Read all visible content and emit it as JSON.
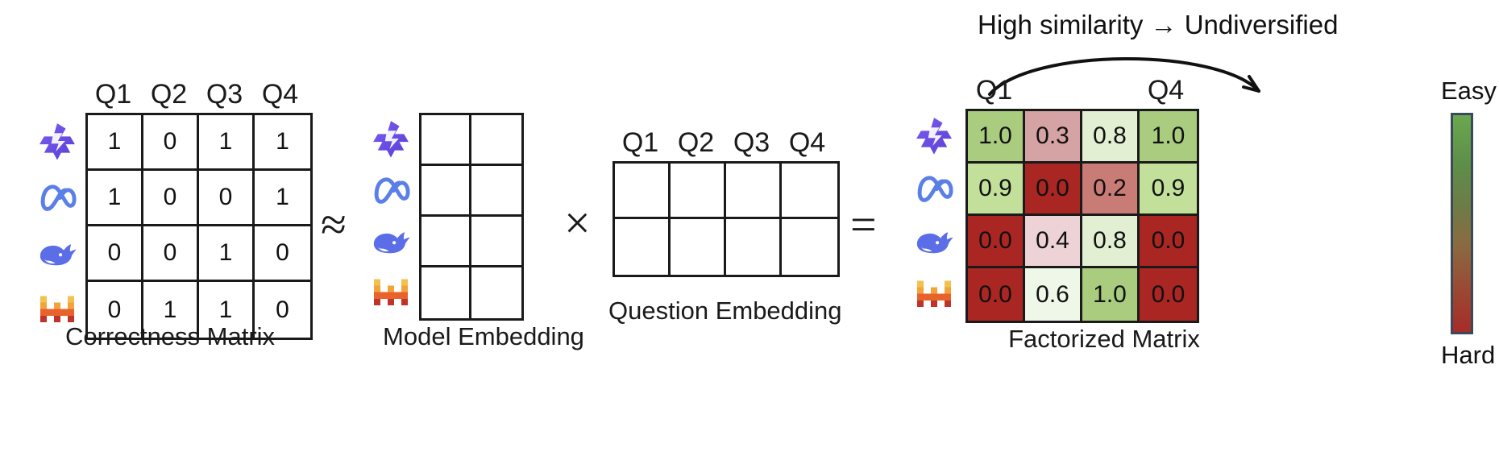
{
  "figure": {
    "annotation": "High similarity → Undiversified"
  },
  "correctness": {
    "caption": "Correctness Matrix",
    "col_headers": [
      "Q1",
      "Q2",
      "Q3",
      "Q4"
    ],
    "row_logos": [
      "qwen-logo",
      "meta-logo",
      "deepseek-logo",
      "mistral-logo"
    ],
    "rows": [
      [
        "1",
        "0",
        "1",
        "1"
      ],
      [
        "1",
        "0",
        "0",
        "1"
      ],
      [
        "0",
        "0",
        "1",
        "0"
      ],
      [
        "0",
        "1",
        "1",
        "0"
      ]
    ]
  },
  "model_embedding": {
    "caption": "Model Embedding",
    "row_logos": [
      "qwen-logo",
      "meta-logo",
      "deepseek-logo",
      "mistral-logo"
    ],
    "rows": [
      [
        "",
        ""
      ],
      [
        "",
        ""
      ],
      [
        "",
        ""
      ],
      [
        "",
        ""
      ]
    ]
  },
  "question_embedding": {
    "caption": "Question Embedding",
    "col_headers": [
      "Q1",
      "Q2",
      "Q3",
      "Q4"
    ],
    "rows": [
      [
        "",
        "",
        "",
        ""
      ],
      [
        "",
        "",
        "",
        ""
      ]
    ]
  },
  "factorized": {
    "caption": "Factorized Matrix",
    "col_headers": [
      "Q1",
      "Q4"
    ],
    "row_logos": [
      "qwen-logo",
      "meta-logo",
      "deepseek-logo",
      "mistral-logo"
    ],
    "rows": [
      [
        "1.0",
        "0.3",
        "0.8",
        "1.0"
      ],
      [
        "0.9",
        "0.0",
        "0.2",
        "0.9"
      ],
      [
        "0.0",
        "0.4",
        "0.8",
        "0.0"
      ],
      [
        "0.0",
        "0.6",
        "1.0",
        "0.0"
      ]
    ],
    "cell_colors": [
      [
        "#a9cc7f",
        "#d6a3a4",
        "#e2efd3",
        "#a9cc7f"
      ],
      [
        "#c3e09b",
        "#aa2622",
        "#c97b75",
        "#c3e09b"
      ],
      [
        "#aa2622",
        "#eed3d6",
        "#e2efd3",
        "#aa2622"
      ],
      [
        "#aa2622",
        "#eef7e8",
        "#a9cc7f",
        "#aa2622"
      ]
    ]
  },
  "operators": {
    "approx": "≈",
    "times": "×",
    "equals": "="
  },
  "colorbar": {
    "top_label": "Easy",
    "bottom_label": "Hard",
    "easy_color": "#6aa84f",
    "hard_color": "#a62c28"
  }
}
